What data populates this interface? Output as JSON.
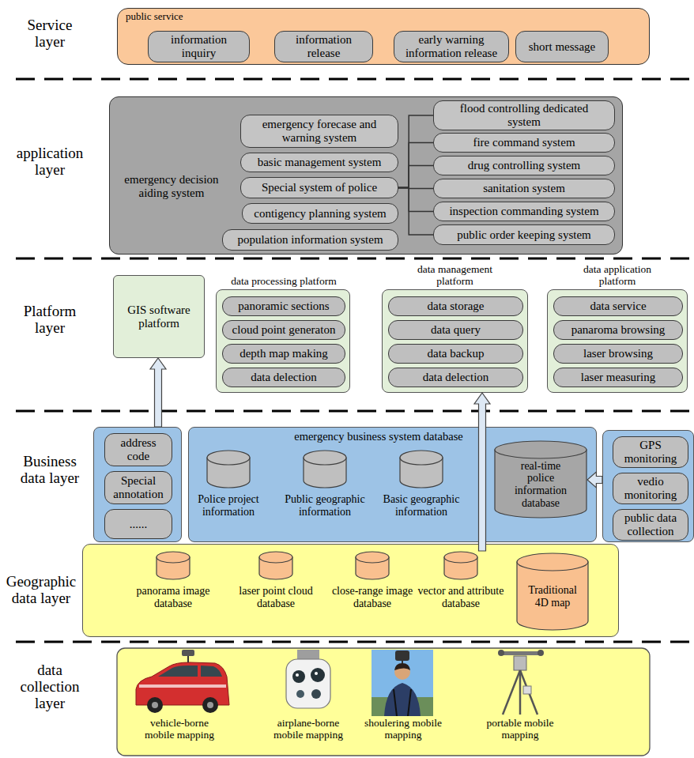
{
  "diagram": {
    "nodes": [
      {
        "text": [
          "public service"
        ]
      },
      {
        "text": [
          "information inquiry"
        ],
        "in": 0
      },
      {
        "text": [
          "information release"
        ],
        "in": 0
      },
      {
        "text": [
          "early warning information release"
        ],
        "in": 0
      },
      {
        "text": [
          "short message"
        ],
        "in": 0
      },
      {
        "text": [
          "emergency decision aiding system"
        ]
      },
      {
        "text": [
          "emergency forecase and warning system"
        ],
        "in": 5
      },
      {
        "text": [
          "basic management system"
        ],
        "in": 5
      },
      {
        "text": [
          "Special system of police"
        ],
        "in": 5
      },
      {
        "text": [
          "contigency planning system"
        ],
        "in": 5
      },
      {
        "text": [
          "population information system"
        ],
        "in": 5
      },
      {
        "text": [
          "flood controlling dedicated system"
        ],
        "in": 5
      },
      {
        "text": [
          "fire command system"
        ],
        "in": 5
      },
      {
        "text": [
          "drug controlling system"
        ],
        "in": 5
      },
      {
        "text": [
          "sanitation system"
        ],
        "in": 5
      },
      {
        "text": [
          "inspection commanding system"
        ],
        "in": 5
      },
      {
        "text": [
          "public order keeping system"
        ],
        "in": 5
      },
      {
        "text": [
          "GIS software platform"
        ]
      },
      {
        "text": [
          "data processing platform"
        ]
      },
      {
        "text": [
          "panoramic sections"
        ],
        "in": 18
      },
      {
        "text": [
          "cloud point generaton"
        ],
        "in": 18
      },
      {
        "text": [
          "depth map making"
        ],
        "in": 18
      },
      {
        "text": [
          "data delection"
        ],
        "in": 18
      },
      {
        "text": [
          "data management platform"
        ]
      },
      {
        "text": [
          "data storage"
        ],
        "in": 23
      },
      {
        "text": [
          "data query"
        ],
        "in": 23
      },
      {
        "text": [
          "data backup"
        ],
        "in": 23
      },
      {
        "text": [
          "data delection"
        ],
        "in": 23
      },
      {
        "text": [
          "data application platform"
        ]
      },
      {
        "text": [
          "data service"
        ],
        "in": 28
      },
      {
        "text": [
          "panaroma browsing"
        ],
        "in": 28
      },
      {
        "text": [
          "laser browsing"
        ],
        "in": 28
      },
      {
        "text": [
          "laser measuring"
        ],
        "in": 28
      },
      {
        "text": []
      },
      {
        "text": [
          "address code"
        ],
        "in": 33
      },
      {
        "text": [
          "Special annotation"
        ],
        "in": 33
      },
      {
        "text": [
          "......"
        ],
        "in": 33
      },
      {
        "text": [
          "emergency business system database"
        ]
      },
      {
        "text": [
          "Police project information"
        ],
        "in": 37
      },
      {
        "text": [
          "Public geographic information"
        ],
        "in": 37
      },
      {
        "text": [
          "Basic geographic information"
        ],
        "in": 37
      },
      {
        "text": [
          "real-time police information database"
        ],
        "in": 37
      },
      {
        "text": []
      },
      {
        "text": [
          "GPS monitoring"
        ],
        "in": 42
      },
      {
        "text": [
          "vedio monitoring"
        ],
        "in": 42
      },
      {
        "text": [
          "public data collection"
        ],
        "in": 42
      },
      {
        "text": []
      },
      {
        "text": [
          "panorama image database"
        ],
        "in": 46
      },
      {
        "text": [
          "laser point cloud database"
        ],
        "in": 46
      },
      {
        "text": [
          "close-range image database"
        ],
        "in": 46
      },
      {
        "text": [
          "vector and attribute database"
        ],
        "in": 46
      },
      {
        "text": [
          "Traditional 4D map"
        ],
        "in": 46
      }
    ],
    "edges": [
      {
        "from": 8,
        "to": 11,
        "arrow": "none"
      },
      {
        "from": 8,
        "to": 12,
        "arrow": "none"
      },
      {
        "from": 8,
        "to": 13,
        "arrow": "none"
      },
      {
        "from": 8,
        "to": 14,
        "arrow": "none"
      },
      {
        "from": 8,
        "to": 15,
        "arrow": "none"
      },
      {
        "from": 8,
        "to": 16,
        "arrow": "none"
      },
      {
        "from": 33,
        "to": 17,
        "arrow": "to"
      },
      {
        "from": 42,
        "to": 41,
        "arrow": "to"
      },
      {
        "from": 50,
        "to": 23,
        "arrow": "to"
      }
    ],
    "labels": [
      "Service layer",
      "application layer",
      "Platform layer",
      "Business data layer",
      "Geographic data layer",
      "data collection layer",
      "vehicle-borne mobile mapping",
      "airplane-borne mobile mapping",
      "shoulering mobile mapping",
      "portable mobile mapping"
    ]
  }
}
